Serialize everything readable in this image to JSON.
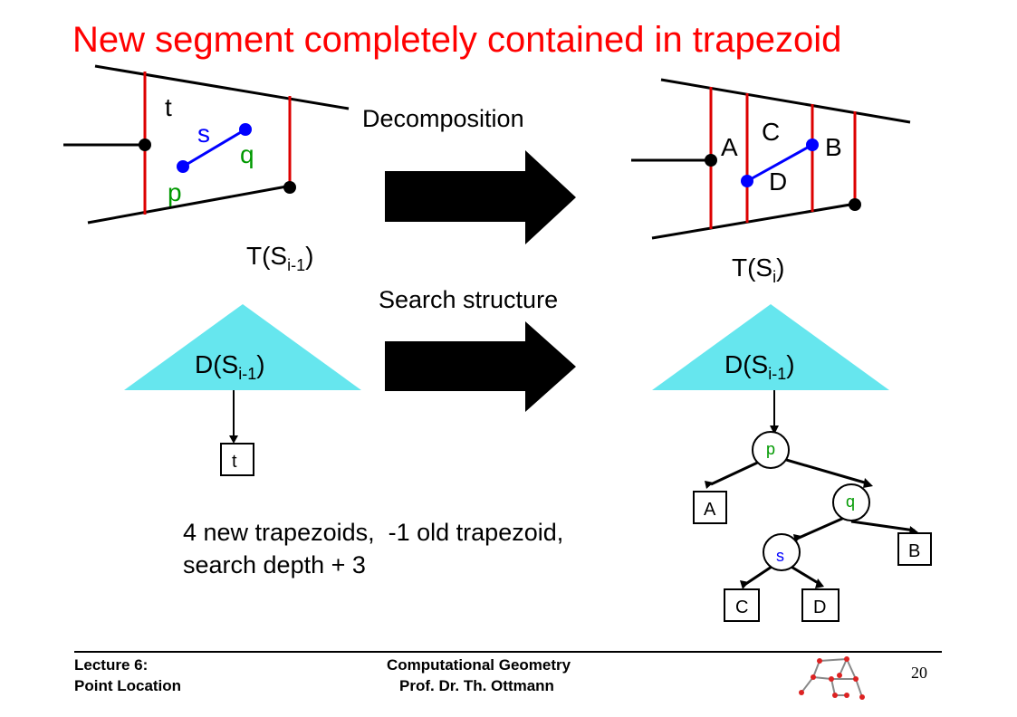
{
  "title": "New segment completely contained in trapezoid",
  "left_diagram": {
    "label_t": "t",
    "label_s": "s",
    "label_q": "q",
    "label_p": "p",
    "caption_main": "T(S",
    "caption_sub": "i-1",
    "caption_close": ")"
  },
  "right_diagram": {
    "label_A": "A",
    "label_B": "B",
    "label_C": "C",
    "label_D": "D",
    "caption_main": "T(S",
    "caption_sub": "i",
    "caption_close": ")"
  },
  "arrows": {
    "top_label": "Decomposition",
    "bottom_label": "Search structure"
  },
  "left_tree": {
    "triangle_main": "D(S",
    "triangle_sub": "i-1",
    "triangle_close": ")",
    "leaf_t": "t"
  },
  "right_tree": {
    "triangle_main": "D(S",
    "triangle_sub": "i-1",
    "triangle_close": ")",
    "node_p": "p",
    "node_q": "q",
    "node_s": "s",
    "leaf_A": "A",
    "leaf_B": "B",
    "leaf_C": "C",
    "leaf_D": "D"
  },
  "note": {
    "line1": "4 new trapezoids,  -1 old trapezoid,",
    "line2": "search depth + 3"
  },
  "footer": {
    "lecture_line1": "Lecture 6:",
    "lecture_line2": "Point Location",
    "course_line1": "Computational Geometry",
    "course_line2": "Prof. Dr. Th. Ottmann",
    "page_number": "20",
    "logo_icon": "graph-logo-icon"
  },
  "colors": {
    "title": "#ff0000",
    "segment": "#0000ff",
    "vertical_lines": "#dd0000",
    "triangle": "#66e6ee",
    "green_label": "#009900"
  }
}
